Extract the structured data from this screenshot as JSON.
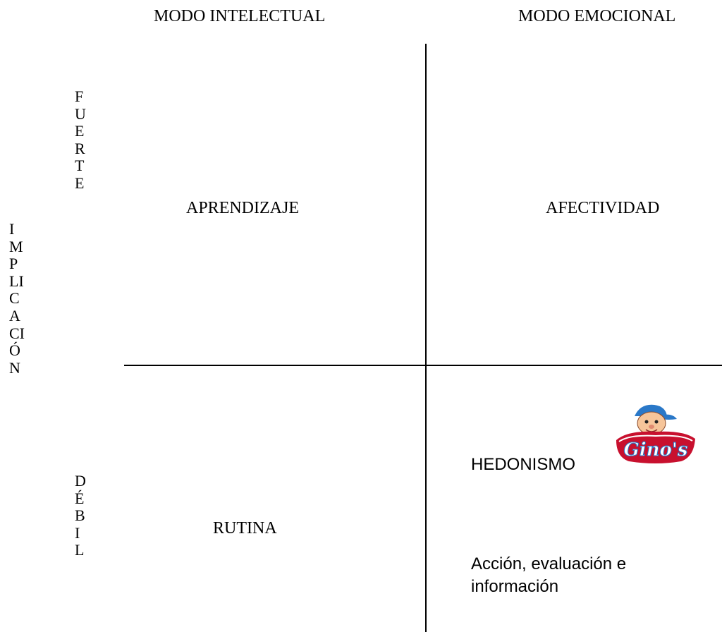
{
  "header": {
    "left": "MODO INTELECTUAL",
    "right": "MODO EMOCIONAL"
  },
  "axis_labels": {
    "implicacion": [
      "I",
      "M",
      "P",
      "LI",
      "C",
      "A",
      "CI",
      "Ó",
      "N"
    ],
    "fuerte": [
      "F",
      "U",
      "E",
      "R",
      "T",
      "E"
    ],
    "debil": [
      "D",
      "É",
      "B",
      "I",
      "L"
    ]
  },
  "quadrants": {
    "top_left": "APRENDIZAJE",
    "top_right": "AFECTIVIDAD",
    "bottom_left": "RUTINA",
    "bottom_right": {
      "title": "HEDONISMO",
      "description_lines": [
        "Acción, evaluación e",
        "información"
      ]
    }
  },
  "logo": {
    "text": "Gino's",
    "colors": {
      "red": "#c8102e",
      "blue": "#2a78c8",
      "skin": "#f6c59a"
    }
  }
}
